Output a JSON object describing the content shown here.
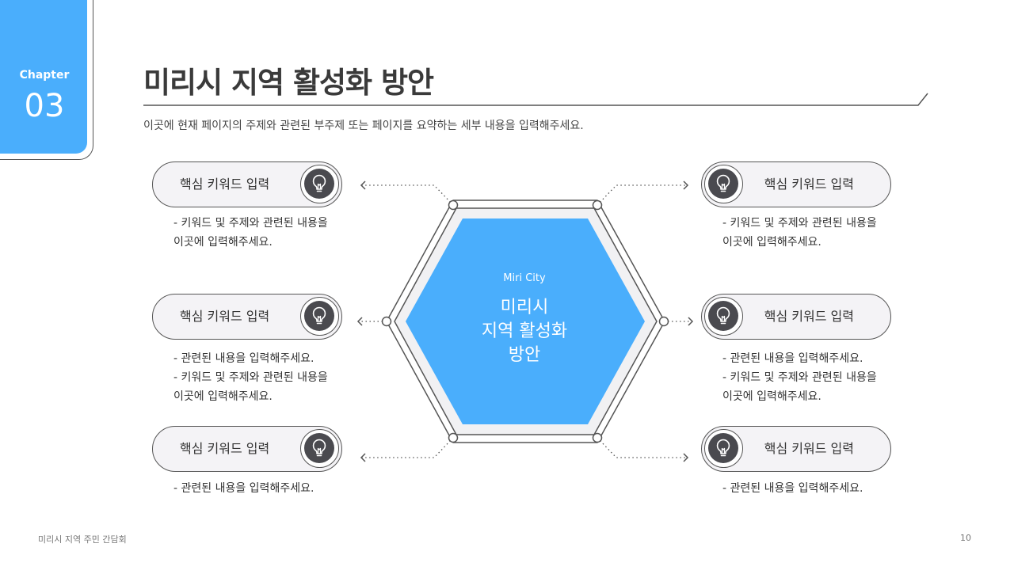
{
  "chapter": {
    "label": "Chapter",
    "number": "03"
  },
  "header": {
    "title": "미리시 지역 활성화 방안",
    "subtitle": "이곳에 현재 페이지의 주제와 관련된 부주제 또는 페이지를 요약하는 세부 내용을 입력해주세요."
  },
  "center": {
    "sub": "Miri City",
    "title_lines": [
      "미리시",
      "지역 활성화",
      "방안"
    ]
  },
  "items": [
    {
      "keyword": "핵심 키워드 입력",
      "lines": [
        "- 키워드 및 주제와 관련된 내용을",
        "이곳에 입력해주세요."
      ]
    },
    {
      "keyword": "핵심 키워드 입력",
      "lines": [
        "- 관련된 내용을 입력해주세요.",
        "- 키워드 및 주제와 관련된 내용을",
        "이곳에 입력해주세요."
      ]
    },
    {
      "keyword": "핵심 키워드 입력",
      "lines": [
        "- 관련된 내용을 입력해주세요."
      ]
    },
    {
      "keyword": "핵심 키워드 입력",
      "lines": [
        "- 키워드 및 주제와 관련된 내용을",
        "이곳에 입력해주세요."
      ]
    },
    {
      "keyword": "핵심 키워드 입력",
      "lines": [
        "- 관련된 내용을 입력해주세요.",
        "- 키워드 및 주제와 관련된 내용을",
        "이곳에 입력해주세요."
      ]
    },
    {
      "keyword": "핵심 키워드 입력",
      "lines": [
        "- 관련된 내용을 입력해주세요."
      ]
    }
  ],
  "icon": "lightbulb-icon",
  "colors": {
    "accent": "#4aaefc",
    "icon_bg": "#4a4a4f",
    "pill_bg": "#f4f3f6",
    "outline": "#555555"
  },
  "footer": {
    "left": "미리시 지역 주민 간담회",
    "page": "10"
  }
}
